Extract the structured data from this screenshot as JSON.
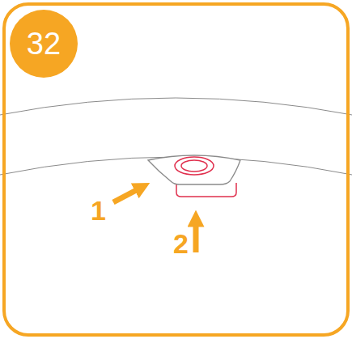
{
  "diagram": {
    "nodes": [
      {
        "text": [
          "32"
        ]
      }
    ],
    "labels": [
      "1",
      "2"
    ]
  }
}
